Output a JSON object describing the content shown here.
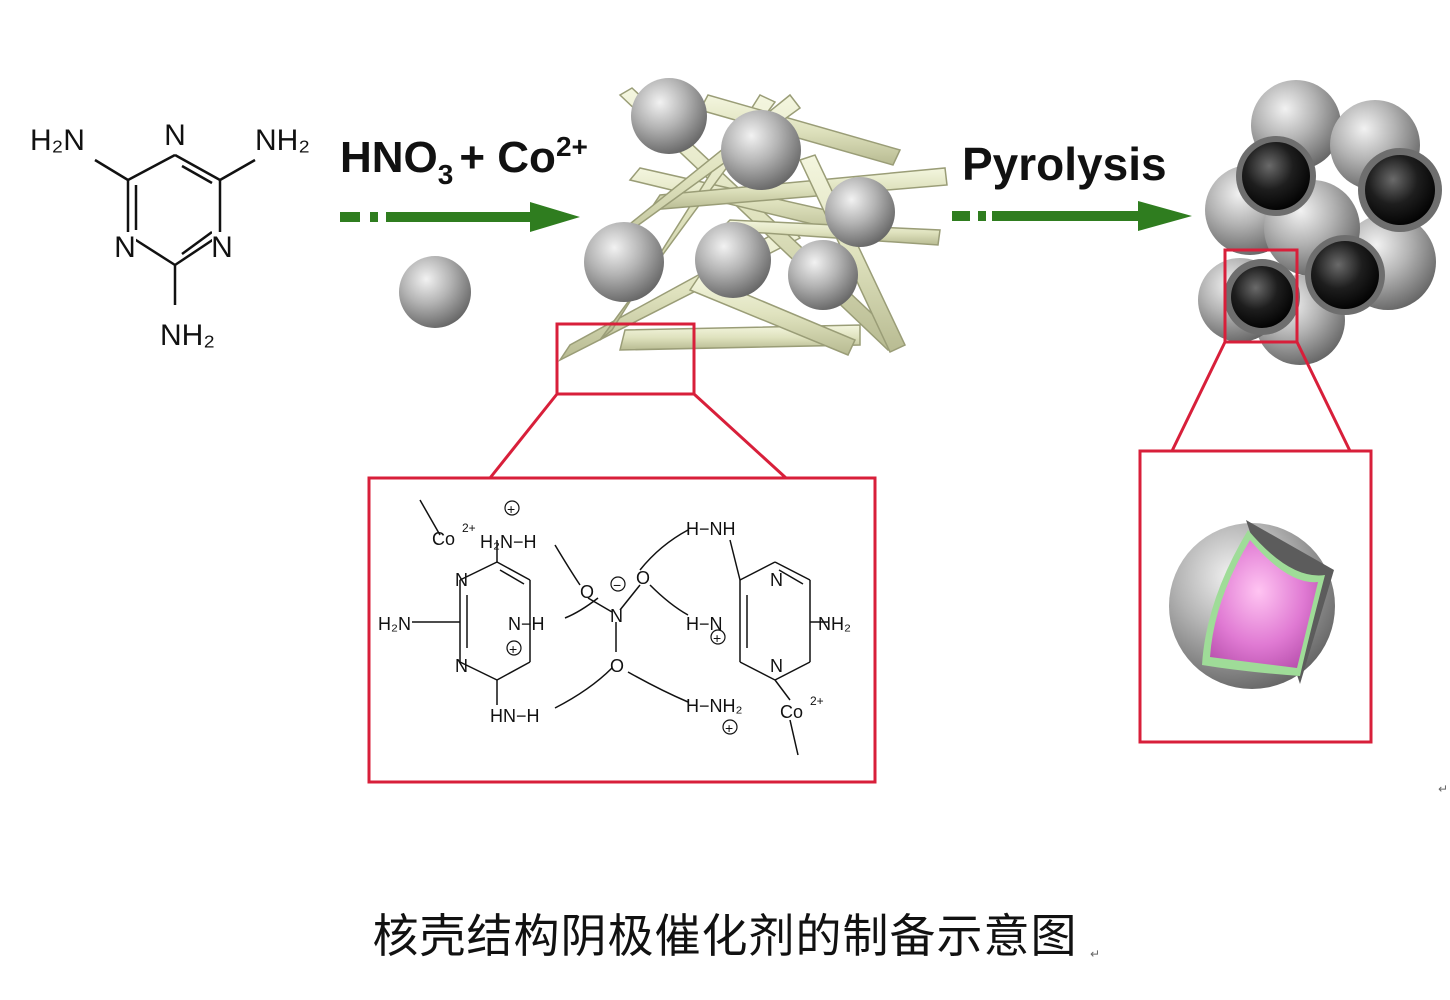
{
  "melamine": {
    "label_tl": "H₂N",
    "label_tr": "NH₂",
    "label_bottom": "NH₂",
    "ring_n": "N"
  },
  "step1": {
    "reagent_main": "HNO",
    "reagent_sub": "3",
    "reagent_plus": "+ Co",
    "reagent_sup": "2+"
  },
  "step2": {
    "label": "Pyrolysis"
  },
  "zoom_left": {
    "co_left": "Co",
    "co_left_sup": "2+",
    "co_right": "Co",
    "co_right_sup": "2+",
    "h2n_h": "H₂N−H",
    "h2n": "H₂N",
    "nh": "N−H",
    "hn_h": "HN−H",
    "h_nh_top": "H−NH",
    "nh2_right": "NH₂",
    "h_n": "H−N",
    "h_nh2": "H−NH₂",
    "n": "N",
    "o": "O",
    "plus": "+",
    "minus": "−"
  },
  "caption": "核壳结构阴极催化剂的制备示意图",
  "return_mark": "↵"
}
